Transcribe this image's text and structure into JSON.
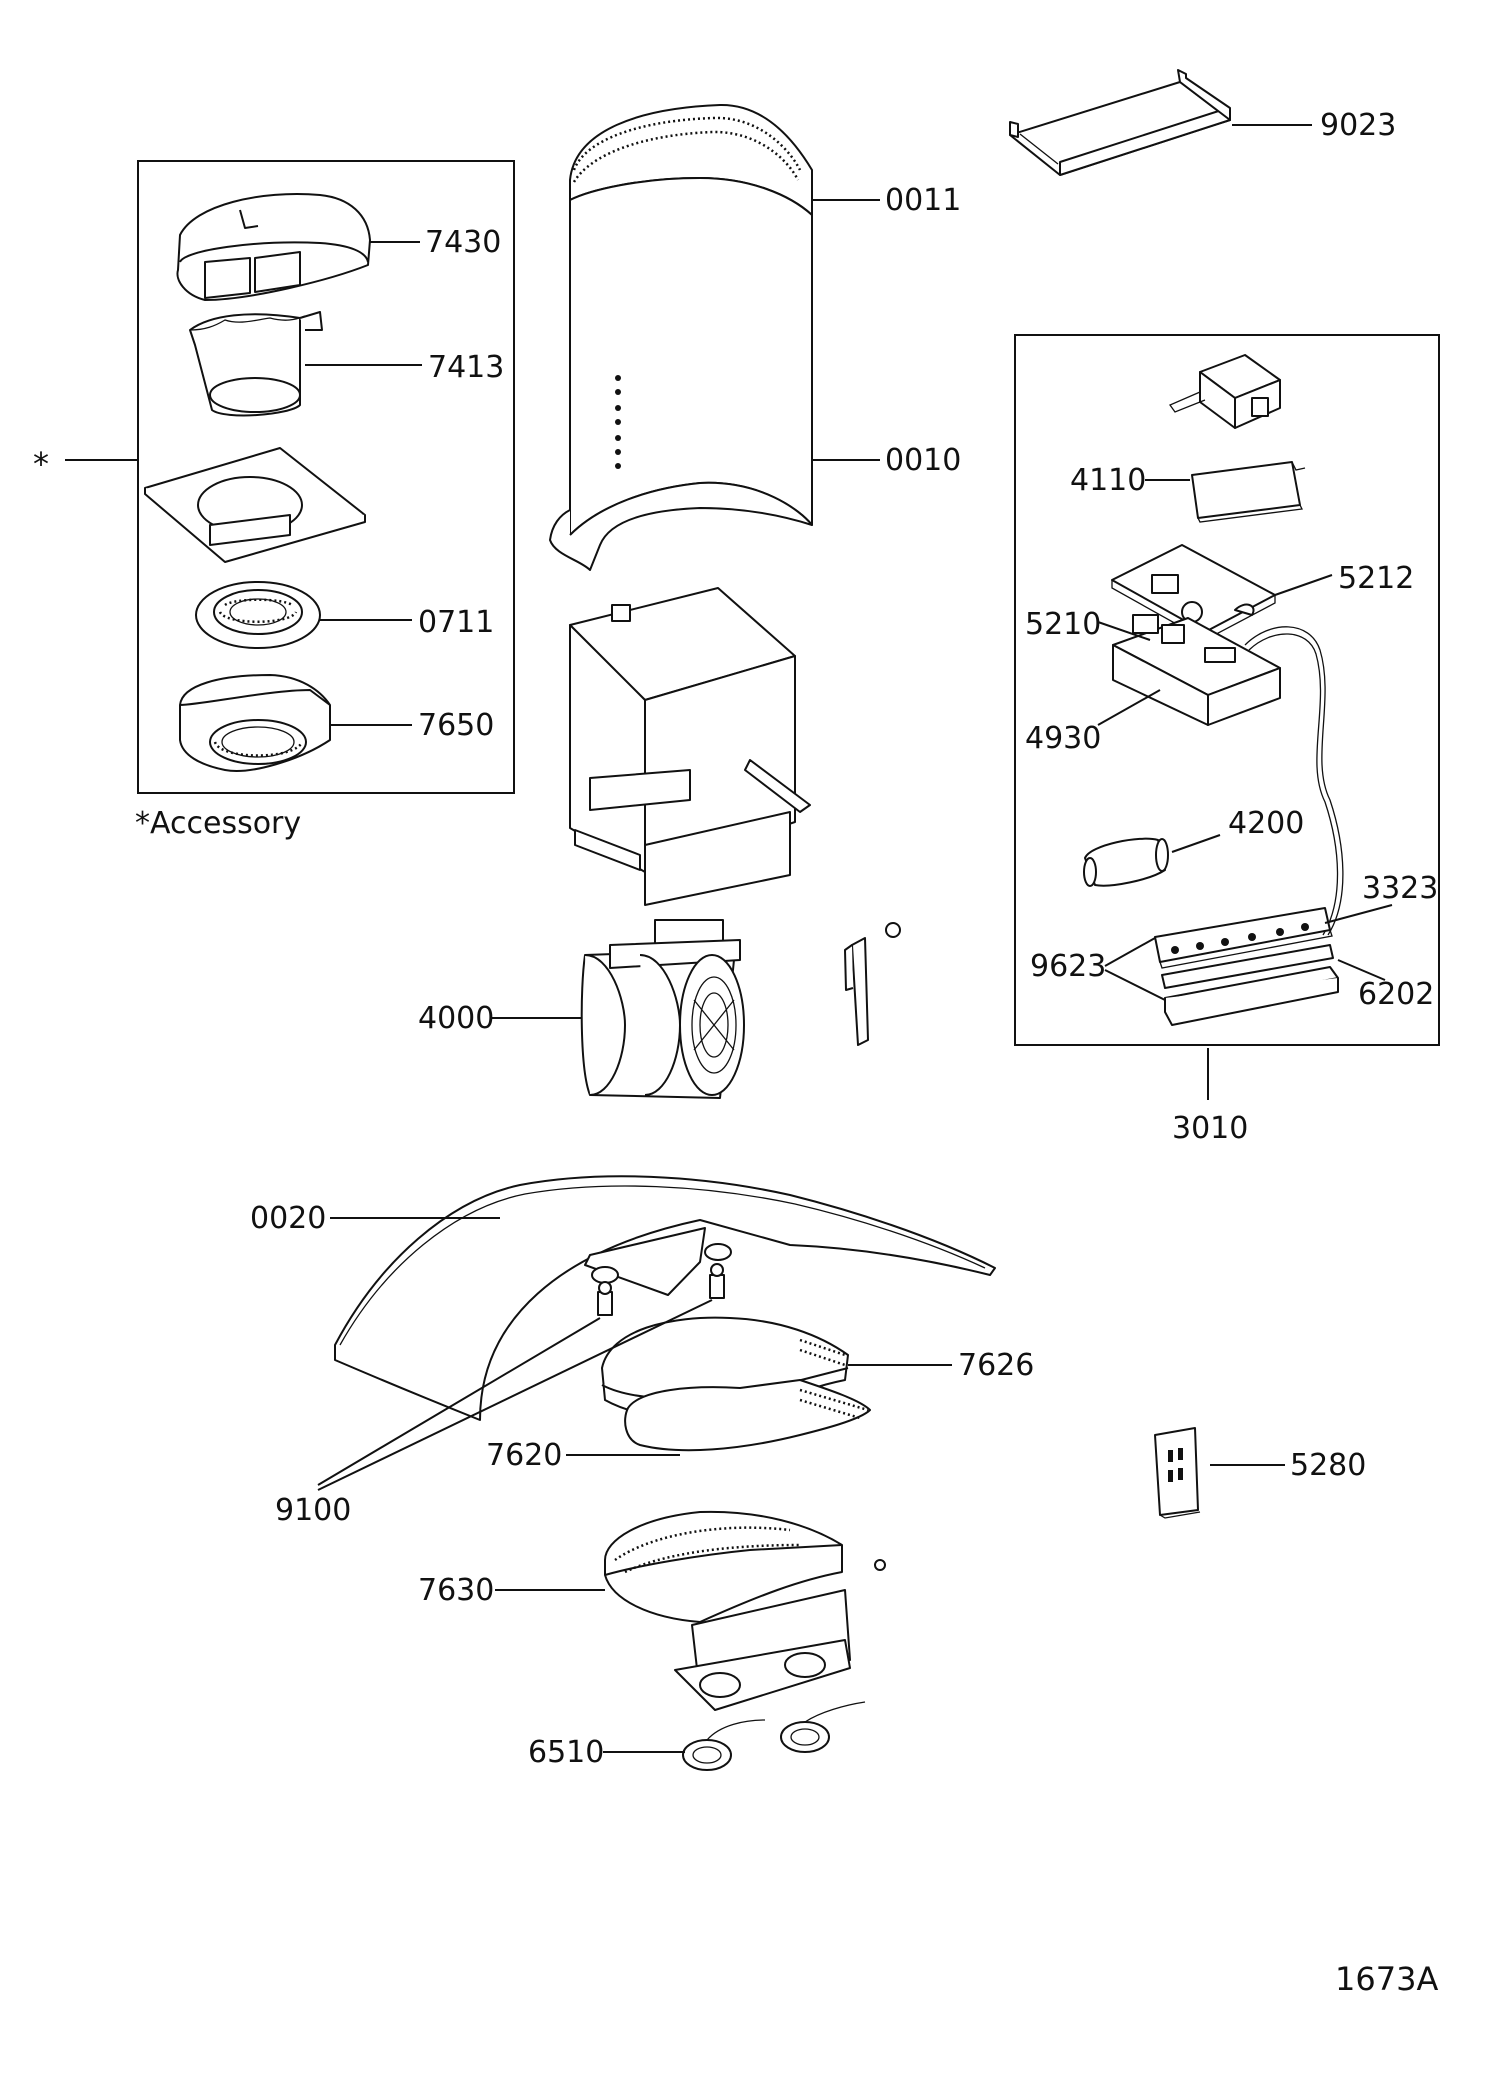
{
  "diagram": {
    "accessory_mark": "*",
    "accessory_caption": "*Accessory",
    "drawing_number": "1673A",
    "part_labels": {
      "p9023": "9023",
      "p0011": "0011",
      "p0010": "0010",
      "p7430": "7430",
      "p7413": "7413",
      "p0711": "0711",
      "p7650": "7650",
      "p4110": "4110",
      "p5212": "5212",
      "p5210": "5210",
      "p4930": "4930",
      "p4200": "4200",
      "p3323": "3323",
      "p9623": "9623",
      "p6202": "6202",
      "p3010": "3010",
      "p4000": "4000",
      "p0020": "0020",
      "p7626": "7626",
      "p7620": "7620",
      "p9100": "9100",
      "p5280": "5280",
      "p7630": "7630",
      "p6510": "6510"
    }
  }
}
